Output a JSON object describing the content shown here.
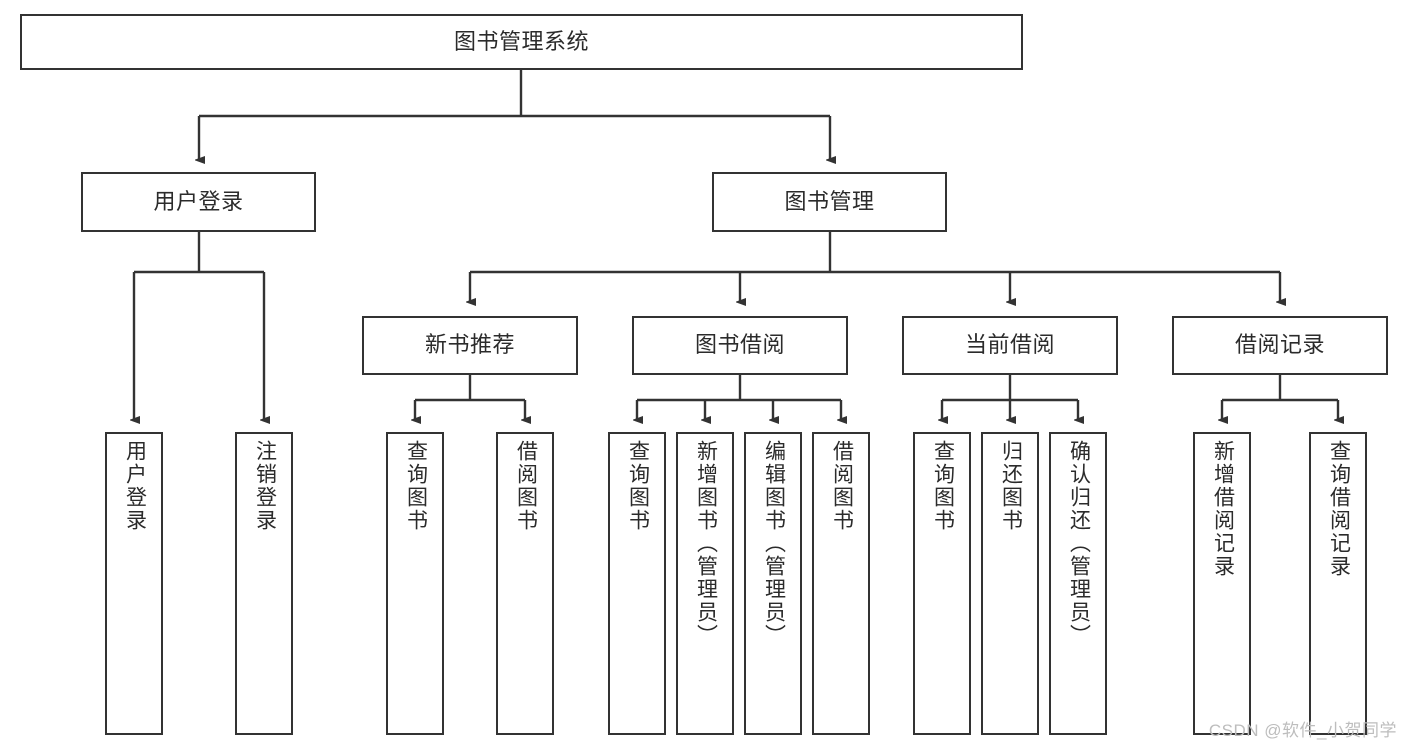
{
  "diagram": {
    "title": "图书管理系统",
    "type": "tree",
    "stroke_color": "#333333",
    "text_color": "#2b2b2b",
    "background": "#ffffff",
    "root": {
      "id": "root",
      "label": "图书管理系统"
    },
    "level1": [
      {
        "id": "user-login",
        "label": "用户登录"
      },
      {
        "id": "book-manage",
        "label": "图书管理"
      }
    ],
    "level2": [
      {
        "id": "new-book-recommend",
        "label": "新书推荐",
        "parent": "book-manage"
      },
      {
        "id": "book-borrow",
        "label": "图书借阅",
        "parent": "book-manage"
      },
      {
        "id": "current-borrow",
        "label": "当前借阅",
        "parent": "book-manage"
      },
      {
        "id": "borrow-record",
        "label": "借阅记录",
        "parent": "book-manage"
      }
    ],
    "leaves": [
      {
        "id": "leaf-user-login",
        "label": "用户登录",
        "parent": "user-login"
      },
      {
        "id": "leaf-user-logout",
        "label": "注销登录",
        "parent": "user-login"
      },
      {
        "id": "leaf-query-book-1",
        "label": "查询图书",
        "parent": "new-book-recommend"
      },
      {
        "id": "leaf-borrow-book-1",
        "label": "借阅图书",
        "parent": "new-book-recommend"
      },
      {
        "id": "leaf-query-book-2",
        "label": "查询图书",
        "parent": "book-borrow"
      },
      {
        "id": "leaf-add-book",
        "label": "新增图书（管理员）",
        "parent": "book-borrow"
      },
      {
        "id": "leaf-edit-book",
        "label": "编辑图书（管理员）",
        "parent": "book-borrow"
      },
      {
        "id": "leaf-borrow-book-2",
        "label": "借阅图书",
        "parent": "book-borrow"
      },
      {
        "id": "leaf-query-book-3",
        "label": "查询图书",
        "parent": "current-borrow"
      },
      {
        "id": "leaf-return-book",
        "label": "归还图书",
        "parent": "current-borrow"
      },
      {
        "id": "leaf-confirm-return",
        "label": "确认归还（管理员）",
        "parent": "current-borrow"
      },
      {
        "id": "leaf-add-record",
        "label": "新增借阅记录",
        "parent": "borrow-record"
      },
      {
        "id": "leaf-query-record",
        "label": "查询借阅记录",
        "parent": "borrow-record"
      }
    ]
  },
  "watermark": {
    "text": "CSDN @软件_小贺同学"
  }
}
